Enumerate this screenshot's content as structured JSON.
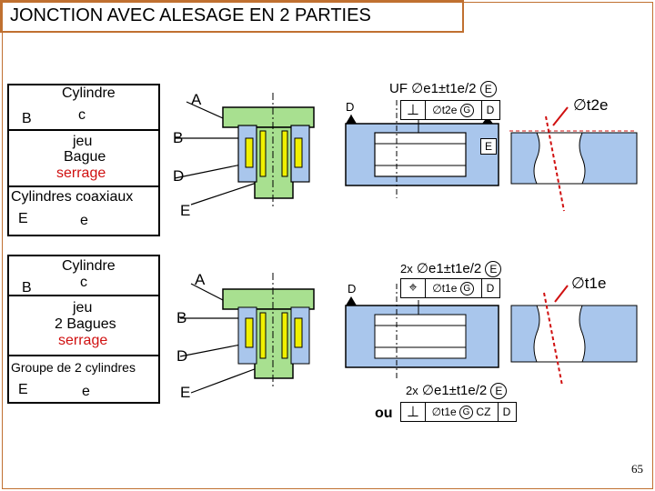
{
  "title": "JONCTION AVEC ALESAGE EN 2 PARTIES",
  "panel1": {
    "row_b_letter": "B",
    "cylindre": "Cylindre",
    "c": "c",
    "jeu": "jeu",
    "bague": "Bague",
    "serrage": "serrage",
    "coaxiaux": "Cylindres coaxiaux",
    "row_e_letter": "E",
    "e": "e"
  },
  "panel2": {
    "row_b_letter": "B",
    "cylindre": "Cylindre",
    "c": "c",
    "jeu": "jeu",
    "bagues": "2 Bagues",
    "serrage": "serrage",
    "groupe": "Groupe de 2 cylindres",
    "row_e_letter": "E",
    "e": "e"
  },
  "diagram1": {
    "label_a": "A",
    "label_b": "B",
    "label_d": "D",
    "label_e": "E",
    "datum_d": "D",
    "datum_e": "E",
    "uf_prefix": "UF",
    "uf_spec": "∅e1±t1e/2",
    "envelope": "E",
    "frame": {
      "symbol": "⊥",
      "tolerance": "∅t2e",
      "modifier": "G",
      "datum": "D"
    },
    "detail_label": "∅t2e"
  },
  "diagram2": {
    "label_a": "A",
    "label_b": "B",
    "label_d": "D",
    "label_e": "E",
    "datum_d": "D",
    "count_prefix": "2x",
    "spec": "∅e1±t1e/2",
    "envelope": "E",
    "frame": {
      "symbol": "⌖",
      "tolerance": "∅t1e",
      "modifier": "G",
      "datum": "D"
    },
    "detail_label": "∅t1e",
    "alt": {
      "ou": "ou",
      "count_prefix": "2x",
      "spec": "∅e1±t1e/2",
      "envelope": "E",
      "symbol": "⊥",
      "tolerance": "∅t1e",
      "modifier": "G",
      "cz": "CZ",
      "datum": "D"
    }
  },
  "page_number": "65",
  "colors": {
    "part_fill": "#a9c6ec",
    "bague_fill": "#a8e090",
    "pin_fill": "#f0f000",
    "accent_red": "#d01010",
    "title_border": "#c07030"
  }
}
